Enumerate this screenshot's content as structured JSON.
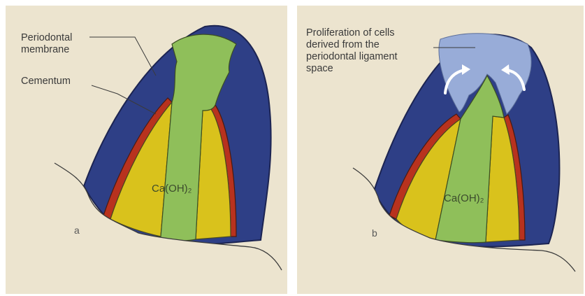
{
  "panels": [
    {
      "letter": "a",
      "labels": {
        "periodontal_membrane_line1": "Periodontal",
        "periodontal_membrane_line2": "membrane",
        "cementum": "Cementum",
        "medicament": "Ca(OH)₂"
      }
    },
    {
      "letter": "b",
      "labels": {
        "proliferation_line1": "Proliferation of cells",
        "proliferation_line2": "derived from the",
        "proliferation_line3": "periodontal ligament",
        "proliferation_line4": "space",
        "medicament": "Ca(OH)₂"
      }
    }
  ],
  "colors": {
    "background": "#ece4cf",
    "bone": "#2e3f86",
    "cementum": "#b8321e",
    "dentin": "#d9c21c",
    "calcium_hydroxide": "#8fbf5a",
    "proliferating_cells": "#98acd8"
  }
}
